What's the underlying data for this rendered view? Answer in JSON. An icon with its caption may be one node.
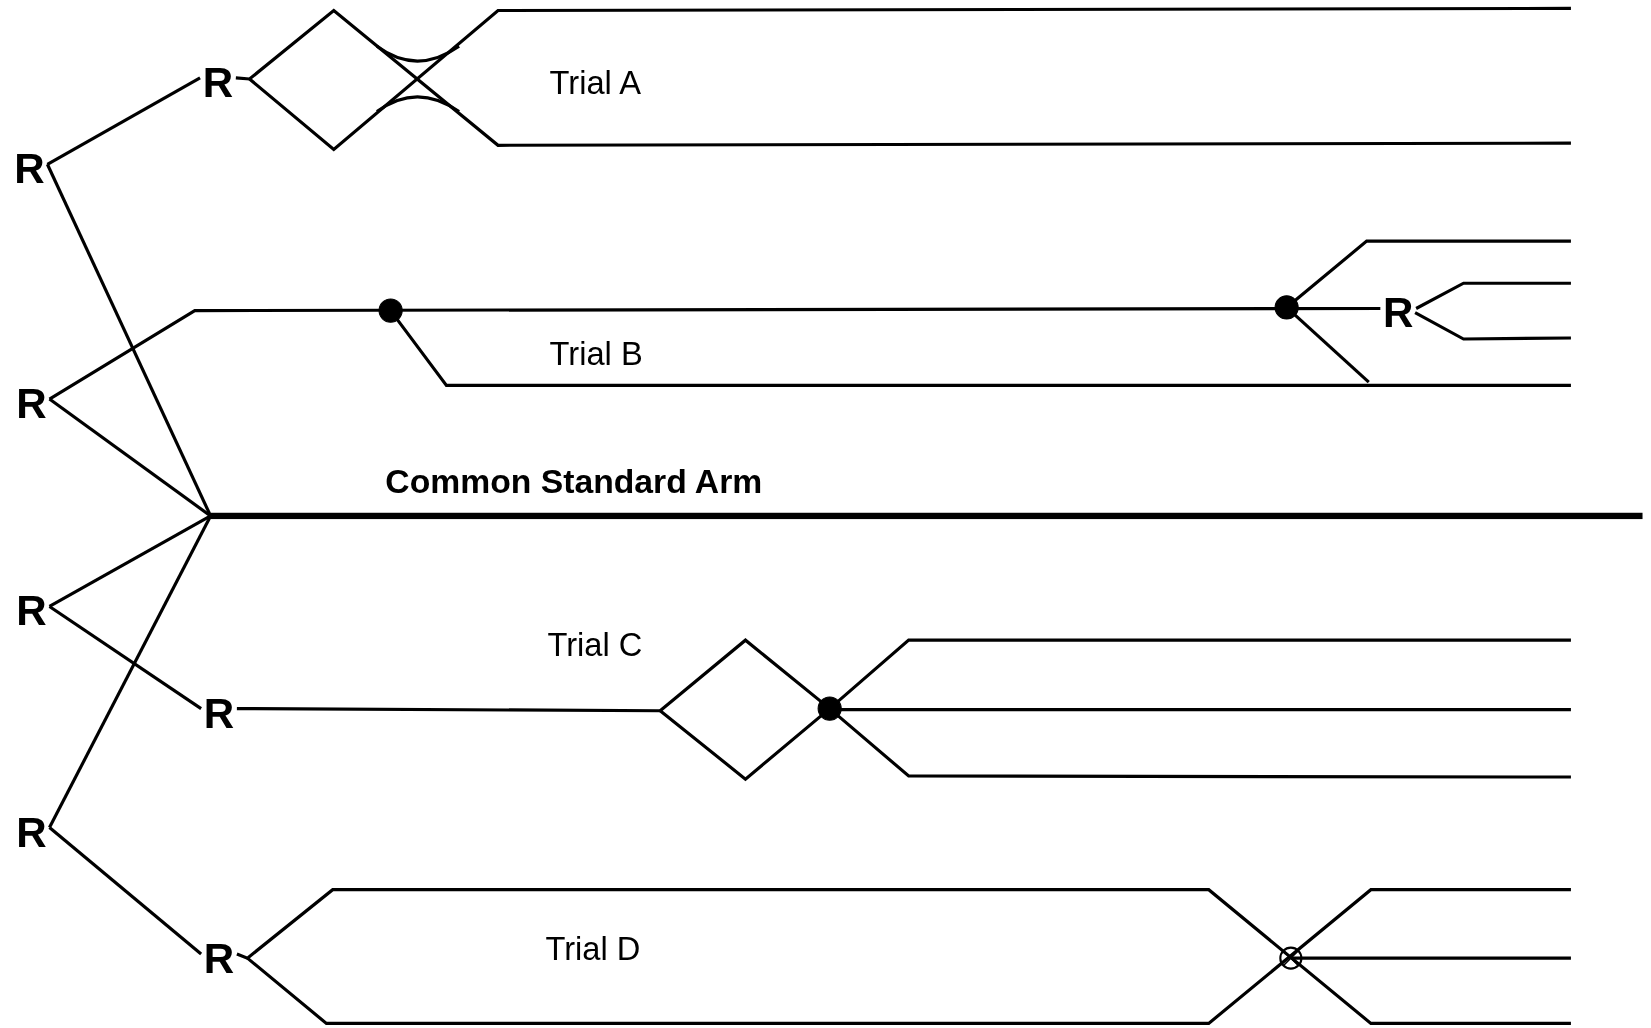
{
  "diagram": {
    "nodes": [
      {
        "text": [
          "R"
        ]
      },
      {
        "text": [
          "R"
        ]
      },
      {
        "text": [
          "R"
        ]
      },
      {
        "text": [
          "R"
        ]
      },
      {
        "text": [
          "R"
        ]
      },
      {
        "text": [
          "R"
        ]
      },
      {
        "text": [
          "R"
        ]
      },
      {
        "text": [
          "R"
        ]
      },
      {
        "text": [],
        "shape": "bar",
        "beside": [
          "Common Standard Arm"
        ]
      }
    ],
    "edges": [
      {
        "from": 0,
        "to": 1,
        "arrow": "none"
      },
      {
        "from": 0,
        "to": 8,
        "arrow": "none"
      },
      {
        "from": 2,
        "to": 7,
        "arrow": "none"
      },
      {
        "from": 2,
        "to": 8,
        "arrow": "none"
      },
      {
        "from": 3,
        "to": 8,
        "arrow": "none"
      },
      {
        "from": 3,
        "to": 4,
        "arrow": "none"
      },
      {
        "from": 5,
        "to": 8,
        "arrow": "none"
      },
      {
        "from": 5,
        "to": 6,
        "arrow": "none"
      },
      {
        "from": 1,
        "to": null,
        "arrow": "none"
      },
      {
        "from": 4,
        "to": null,
        "arrow": "none"
      },
      {
        "from": 6,
        "to": null,
        "arrow": "none"
      },
      {
        "from": 7,
        "to": null,
        "arrow": "none"
      }
    ],
    "labels": [
      "Trial A",
      "Trial B",
      "Trial C",
      "Trial D"
    ]
  }
}
